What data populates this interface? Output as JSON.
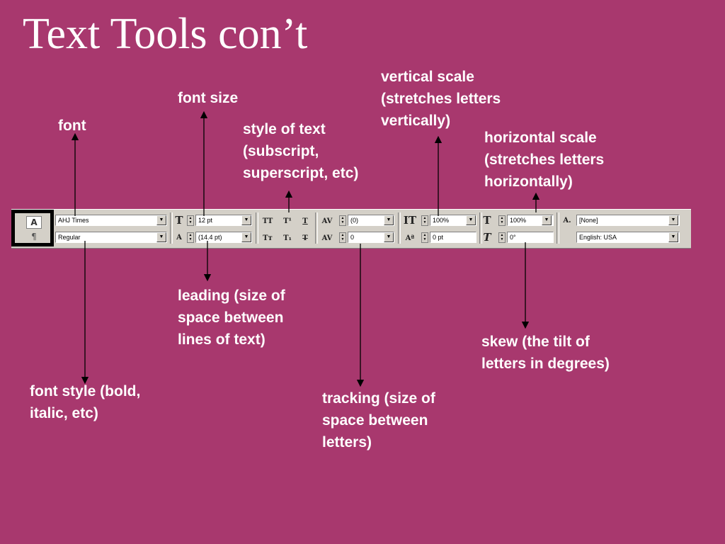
{
  "title": "Text Tools con’t",
  "labels": {
    "font": "font",
    "font_size": "font size",
    "style_of_text": "style of text\n(subscript,\nsuperscript, etc)",
    "vertical_scale": "vertical scale\n(stretches letters\nvertically)",
    "horizontal_scale": "horizontal scale\n(stretches letters\nhorizontally)",
    "leading": "leading (size of\nspace between\nlines of text)",
    "font_style": "font style (bold,\nitalic, etc)",
    "tracking": "tracking (size of\nspace between\nletters)",
    "skew": "skew (the tilt of\nletters in degrees)"
  },
  "toolbar": {
    "char_mode_icon": "A",
    "para_mode_icon": "¶",
    "font_value": "AHJ Times",
    "style_value": "Regular",
    "size_value": "12 pt",
    "leading_value": "(14.4 pt)",
    "kerning_value": "(0)",
    "tracking_value": "0",
    "vscale_value": "100%",
    "baseline_value": "0 pt",
    "hscale_value": "100%",
    "skew_value": "0°",
    "charstyle_value": "[None]",
    "language_value": "English: USA",
    "icons": {
      "size": "T",
      "leading": "A",
      "allcaps": "TT",
      "superscript": "T¹",
      "underline": "T",
      "smallcaps": "Tт",
      "subscript": "T₁",
      "strikethrough": "T",
      "kerning": "AV",
      "tracking": "AV",
      "vscale": "IT",
      "baseline": "Aª",
      "hscale": "T",
      "skew": "T",
      "charstyle": "A."
    }
  }
}
